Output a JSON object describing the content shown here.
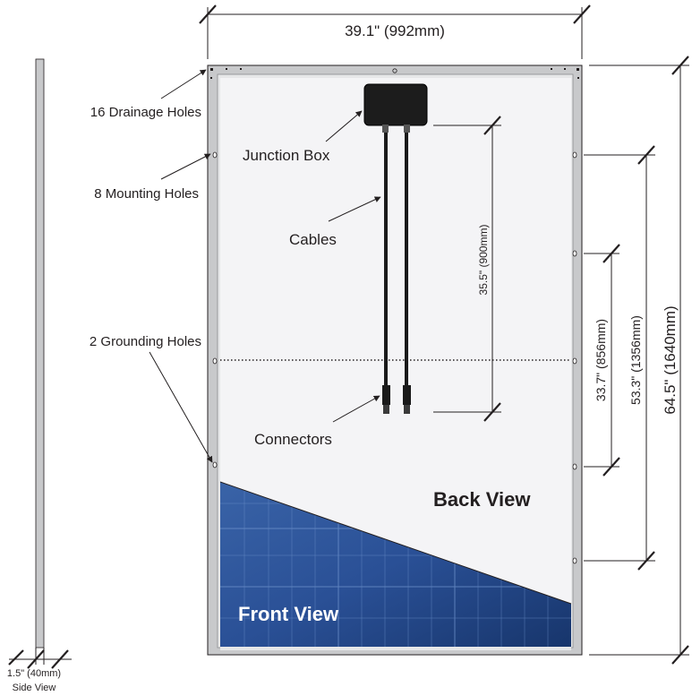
{
  "dimensions": {
    "width": "39.1\" (992mm)",
    "height": "64.5\" (1640mm)",
    "outer_hole_spacing": "53.3\" (1356mm)",
    "inner_hole_spacing": "33.7\" (856mm)",
    "cable_length": "35.5\" (900mm)",
    "thickness": "1.5\" (40mm)"
  },
  "callouts": {
    "drainage": "16 Drainage Holes",
    "mounting": "8 Mounting Holes",
    "grounding": "2 Grounding Holes",
    "junction": "Junction Box",
    "cables": "Cables",
    "connectors": "Connectors"
  },
  "views": {
    "back": "Back View",
    "front": "Front View",
    "side": "Side View"
  },
  "colors": {
    "line": "#231f20",
    "frame": "#c8c9cb",
    "back_sheet": "#f4f4f6",
    "front_glass": "#1d3f7a"
  }
}
